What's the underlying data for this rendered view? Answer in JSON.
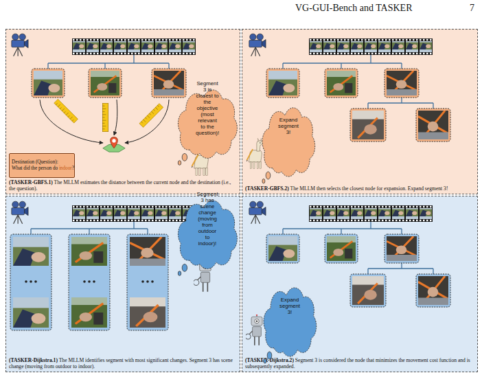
{
  "diagram": {
    "nodes": [
      {
        "text": [
          "(TASKER-GBFS.1) The MLLM estimates the distance between the current node and the destination (i.e., the question)."
        ]
      },
      {
        "text": [
          "Segment 3 is closest to the objective (most relevant to the question)!"
        ],
        "in": 0
      },
      {
        "text": [
          "Destination (Question):",
          "What did the person do indoor?"
        ],
        "in": 0
      },
      {
        "text": [
          "(TASKER-GBFS.2) The MLLM then selects the closest node for expansion. Expand segment 3!"
        ]
      },
      {
        "text": [
          "Expand segment 3!"
        ],
        "in": 3
      },
      {
        "text": [
          "(TASKER-Dijkstra.1) The MLLM identifies segment with most significant changes. Segment 3 has scene change (moving from outdoor to indoor)."
        ]
      },
      {
        "text": [
          "Segment 3 has scene change (moving from outdoor to indoor)!"
        ],
        "in": 5
      },
      {
        "text": [
          "(TASKER-Dijkstra.2) Segment 3 is considered the node that minimizes the movement cost function and is subsequently expanded."
        ]
      },
      {
        "text": [
          "Expand segment 3!"
        ],
        "in": 7
      }
    ],
    "labels": [
      "VG-GUI-Bench and TASKER",
      "7"
    ]
  }
}
